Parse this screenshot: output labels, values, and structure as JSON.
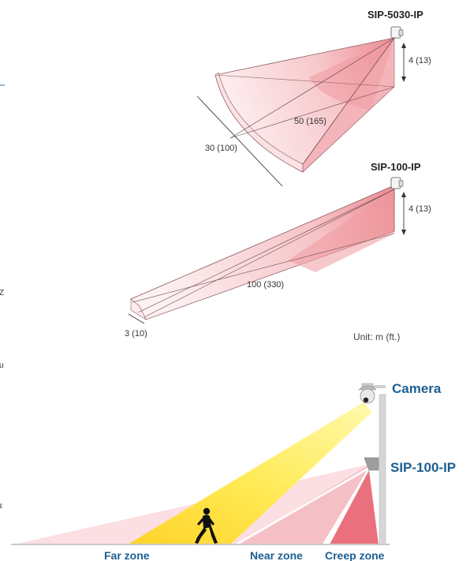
{
  "detector1": {
    "model": "SIP-5030-IP",
    "height": "4 (13)",
    "length": "50 (165)",
    "width": "30 (100)"
  },
  "detector2": {
    "model": "SIP-100-IP",
    "height": "4 (13)",
    "length": "100 (330)",
    "width": "3 (10)"
  },
  "unit_note": "Unit: m (ft.)",
  "scene": {
    "camera_label": "Camera",
    "detector_label": "SIP-100-IP",
    "zones": [
      "Far zone",
      "Near zone",
      "Creep zone"
    ]
  },
  "edge_marks": [
    "Z",
    "u",
    "ε"
  ],
  "colors": {
    "accent": "#1c5f93",
    "zone_pink": "#f7c6cc",
    "zone_red": "#e9707c",
    "beam_yellow": "#ffea3a"
  }
}
